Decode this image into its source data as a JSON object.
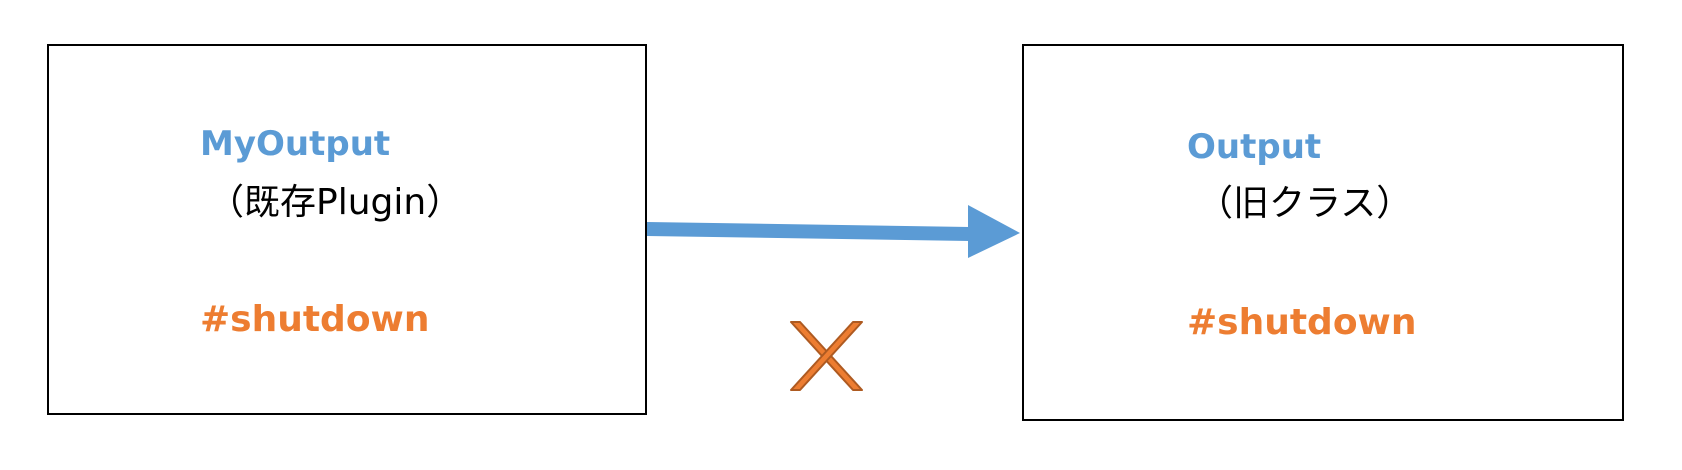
{
  "colors": {
    "class_name": "#5b9bd5",
    "method": "#ed7d31",
    "arrow": "#5b9bd5",
    "cross_fill": "#ed7d31",
    "cross_stroke": "#ae5a21",
    "border": "#000000"
  },
  "left_box": {
    "class_name": "MyOutput",
    "subtitle": "（既存Plugin）",
    "method": "#shutdown"
  },
  "right_box": {
    "class_name": "Output",
    "subtitle": "（旧クラス）",
    "method": "#shutdown"
  },
  "connector": {
    "icon": "arrow-right-icon"
  },
  "status": {
    "icon": "cross-mark-icon"
  }
}
